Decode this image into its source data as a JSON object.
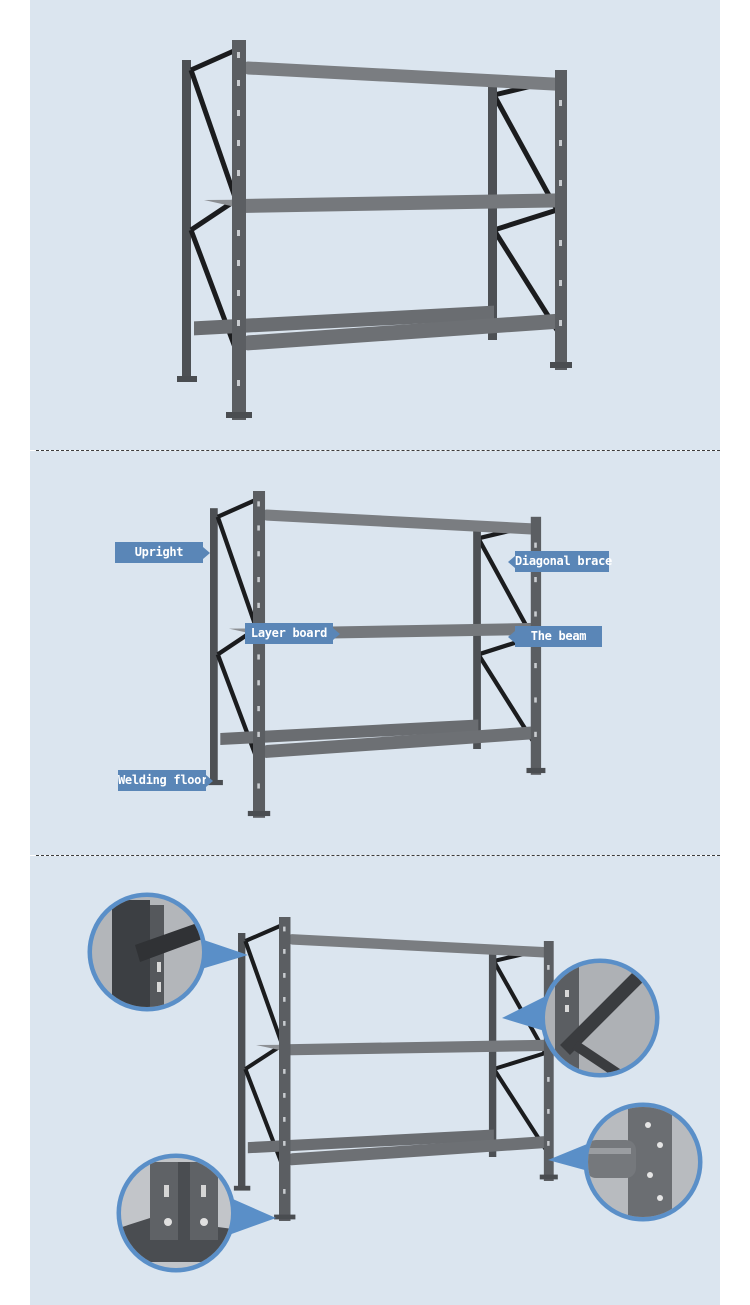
{
  "labels": {
    "upright": "Upright",
    "diagonal_brace": "Diagonal brace",
    "layer_board": "Layer board",
    "the_beam": "The beam",
    "welding_floor": "Welding floor"
  },
  "colors": {
    "panel_background": "#dbe5ef",
    "label_background": "#5a86b7",
    "rack_steel": "#55585c",
    "callout_ring": "#5a8fc8"
  },
  "detail_callouts": [
    "beam-upright-connection",
    "diagonal-brace-joint",
    "beam-end-connector",
    "base-plate"
  ]
}
